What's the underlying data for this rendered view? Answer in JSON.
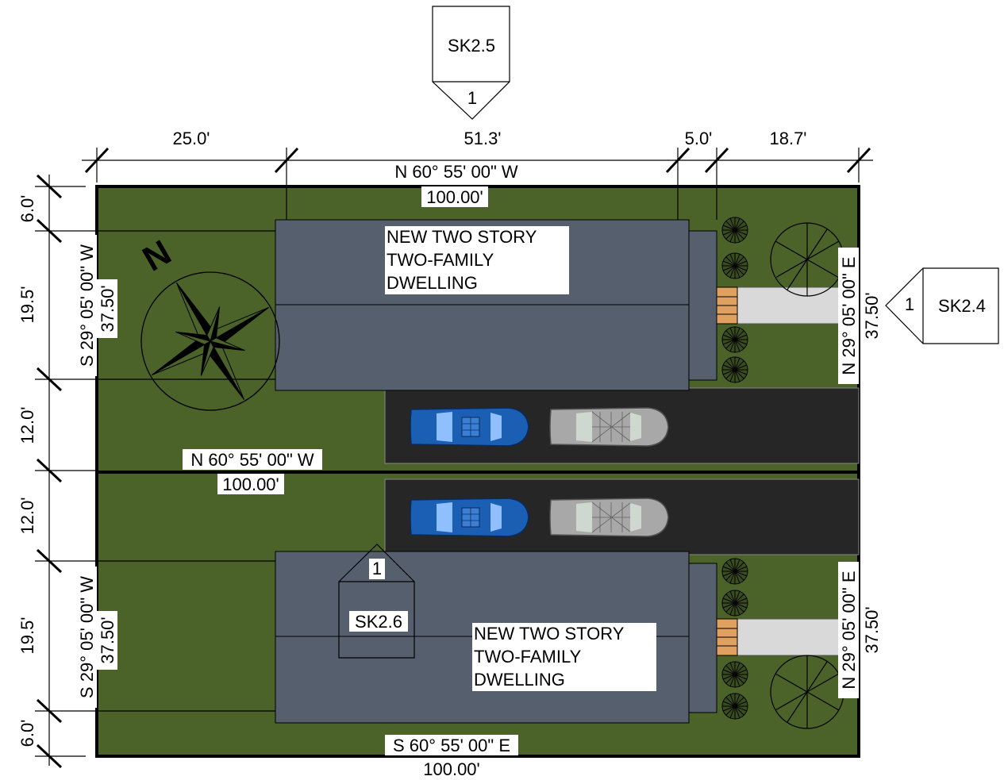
{
  "colors": {
    "lawn": "#4b6228",
    "building": "#555f6d",
    "driveway": "#262626",
    "walkway": "#d9d9d9",
    "steps": "#e0a060",
    "car_blue": "#1a5fb4",
    "car_gray": "#9a9a9a"
  },
  "callouts": {
    "top": {
      "sheet": "SK2.5",
      "num": "1"
    },
    "right": {
      "sheet": "SK2.4",
      "num": "1"
    },
    "interior": {
      "sheet": "SK2.6",
      "num": "1"
    }
  },
  "top_dims": {
    "d1": "25.0'",
    "d2": "51.3'",
    "d3": "5.0'",
    "d4": "18.7'"
  },
  "left_dims": {
    "d1": "6.0'",
    "d2": "19.5'",
    "d3": "12.0'",
    "d4": "12.0'",
    "d5": "19.5'",
    "d6": "6.0'"
  },
  "north_lot": {
    "top_bearing": "N 60° 55' 00\" W",
    "top_length": "100.00'",
    "left_bearing": "S 29° 05' 00\" W",
    "left_length": "37.50'",
    "right_bearing": "N 29° 05' 00\" E",
    "right_length": "37.50'",
    "bottom_bearing": "N 60° 55' 00\" W",
    "bottom_length": "100.00'",
    "building_label": [
      "NEW TWO STORY",
      "TWO-FAMILY",
      "DWELLING"
    ]
  },
  "south_lot": {
    "left_bearing": "S 29° 05' 00\" W",
    "left_length": "37.50'",
    "right_bearing": "N 29° 05' 00\" E",
    "right_length": "37.50'",
    "bottom_bearing": "S 60° 55' 00\" E",
    "bottom_length": "100.00'",
    "building_label": [
      "NEW TWO STORY",
      "TWO-FAMILY",
      "DWELLING"
    ]
  },
  "north_arrow": {
    "letter": "N"
  }
}
